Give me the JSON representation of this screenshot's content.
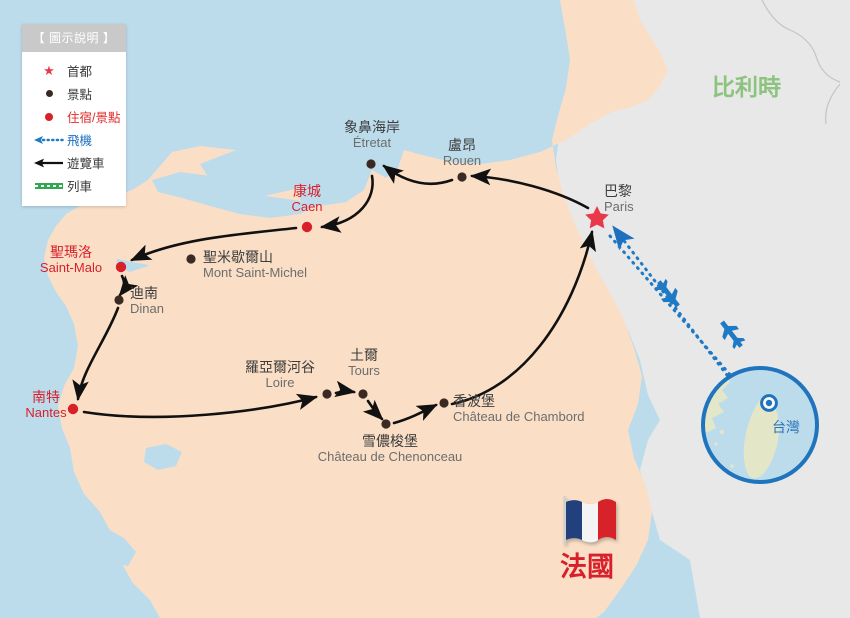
{
  "legend": {
    "title": "【 圖示說明 】",
    "items": [
      {
        "symbol": "star-icon",
        "label": "首都",
        "color": "#e8384a"
      },
      {
        "symbol": "dot-icon",
        "label": "景點",
        "color": "#3b2a23"
      },
      {
        "symbol": "red-dot-icon",
        "label": "住宿/景點",
        "color": "#d81f2a"
      },
      {
        "symbol": "dotted-arrow-icon",
        "label": "飛機",
        "color": "#1e6fc0"
      },
      {
        "symbol": "solid-arrow-icon",
        "label": "遊覽車",
        "color": "#111111"
      },
      {
        "symbol": "dashed-line-icon",
        "label": "列車",
        "color": "#2fa84f"
      }
    ]
  },
  "countries": {
    "belgium": "比利時",
    "france": "法國",
    "taiwan": "台灣"
  },
  "places": [
    {
      "cn": "巴黎",
      "en": "Paris",
      "type": "capital"
    },
    {
      "cn": "盧昂",
      "en": "Rouen",
      "type": "sight"
    },
    {
      "cn": "象鼻海岸",
      "en": "Étretat",
      "type": "sight"
    },
    {
      "cn": "康城",
      "en": "Caen",
      "type": "stay"
    },
    {
      "cn": "聖米歇爾山",
      "en": "Mont Saint-Michel",
      "type": "sight"
    },
    {
      "cn": "聖瑪洛",
      "en": "Saint-Malo",
      "type": "stay"
    },
    {
      "cn": "迪南",
      "en": "Dinan",
      "type": "sight"
    },
    {
      "cn": "南特",
      "en": "Nantes",
      "type": "stay"
    },
    {
      "cn": "羅亞爾河谷",
      "en": "Loire",
      "type": "sight"
    },
    {
      "cn": "土爾",
      "en": "Tours",
      "type": "sight"
    },
    {
      "cn": "雪儂梭堡",
      "en": "Château de Chenonceau",
      "type": "sight"
    },
    {
      "cn": "香波堡",
      "en": "Château de Chambord",
      "type": "sight"
    }
  ],
  "colors": {
    "water": "#bcdcec",
    "land_france": "#fadfc6",
    "land_other": "#e8e8e8",
    "route_bus": "#111111",
    "route_flight": "#1e6fc0",
    "capital_star": "#e8384a",
    "stay_dot": "#d81f2a",
    "sight_dot": "#3b2a23"
  }
}
